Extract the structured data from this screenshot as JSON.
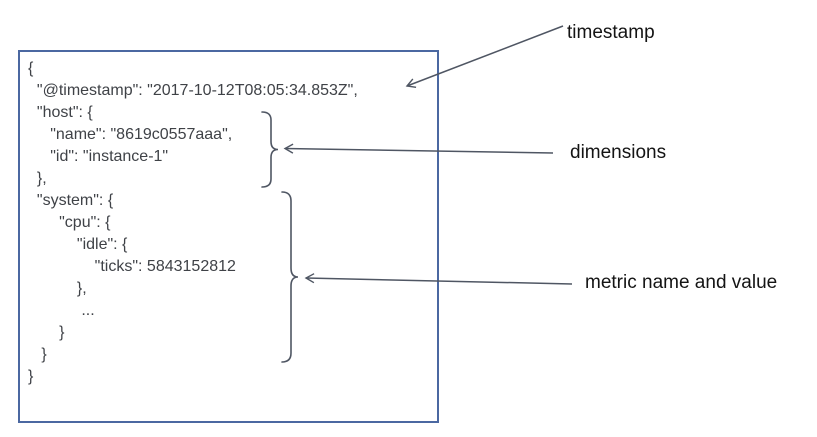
{
  "code_block": {
    "lines": [
      "{",
      "  \"@timestamp\": \"2017-10-12T08:05:34.853Z\",",
      "  \"host\": {",
      "     \"name\": \"8619c0557aaa\",",
      "     \"id\": \"instance-1\"",
      "  },",
      "  \"system\": {",
      "       \"cpu\": {",
      "           \"idle\": {",
      "               \"ticks\": 5843152812",
      "           },",
      "            ...",
      "       }",
      "   }",
      "}"
    ]
  },
  "annotations": {
    "timestamp": {
      "label": "timestamp"
    },
    "dimensions": {
      "label": "dimensions"
    },
    "metric": {
      "label": "metric name and value"
    }
  },
  "colors": {
    "box_border": "#4b68a1",
    "code_text": "#3f4247",
    "annotation_stroke": "#4f5663",
    "label_text": "#141414"
  }
}
